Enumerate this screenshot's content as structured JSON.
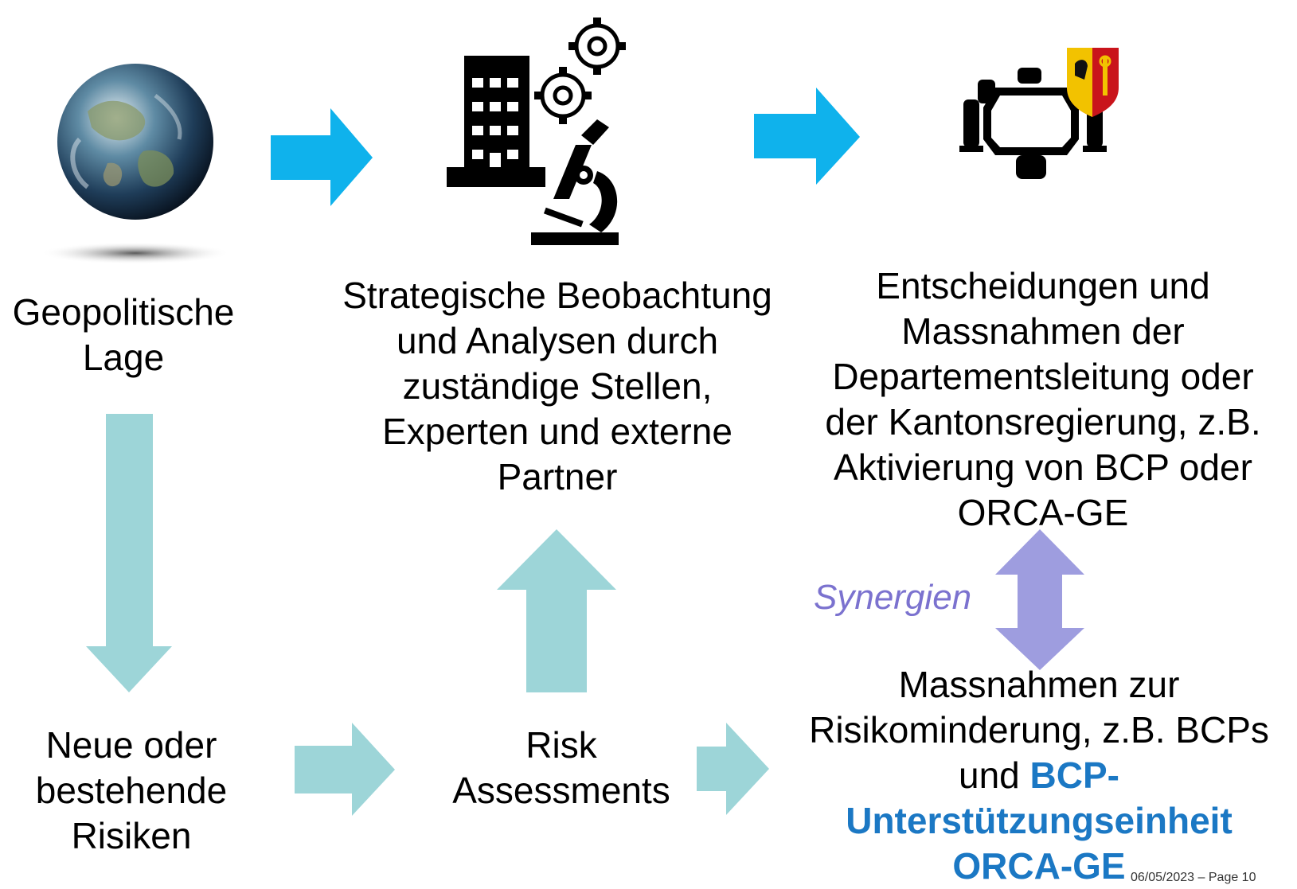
{
  "colors": {
    "arrow_primary": "#0fb2ec",
    "arrow_secondary": "#9dd5d8",
    "arrow_synergy": "#9e9ddf",
    "highlight_text": "#1b78c4",
    "synergy_text": "#7b72cf"
  },
  "icons": {
    "globe": "globe-icon",
    "analysis": "building-gears-microscope-icon",
    "decision": "conference-table-coat-of-arms-icon"
  },
  "nodes": {
    "geo": {
      "line1": "Geopolitische",
      "line2": "Lage"
    },
    "strategic": {
      "line1": "Strategische Beobachtung",
      "line2": "und Analysen durch",
      "line3": "zuständige Stellen,",
      "line4": "Experten und externe",
      "line5": "Partner"
    },
    "decisions": {
      "line1": "Entscheidungen und",
      "line2": "Massnahmen der",
      "line3": "Departementsleitung oder",
      "line4": "der Kantonsregierung, z.B.",
      "line5": "Aktivierung von BCP oder",
      "line6": "ORCA-GE"
    },
    "risks": {
      "line1": "Neue oder",
      "line2": "bestehende",
      "line3": "Risiken"
    },
    "assessment": {
      "line1": "Risk",
      "line2": "Assessments"
    },
    "measures": {
      "line1": "Massnahmen zur",
      "line2": "Risikominderung, z.B. BCPs",
      "line3_prefix": "und ",
      "line3_highlight": "BCP-",
      "line4_highlight": "Unterstützungseinheit",
      "line5_highlight": "ORCA-GE"
    }
  },
  "synergy_label": "Synergien",
  "footer": "06/05/2023 – Page 10"
}
